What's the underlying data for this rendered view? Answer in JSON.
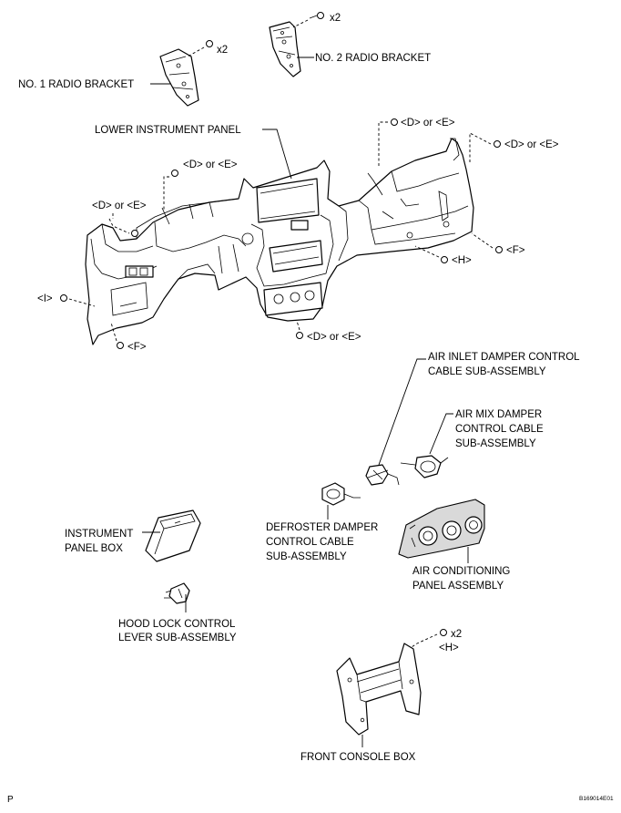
{
  "labels": {
    "radio_bracket_1": "NO. 1 RADIO BRACKET",
    "radio_bracket_2": "NO. 2 RADIO BRACKET",
    "lower_instrument_panel": "LOWER INSTRUMENT PANEL",
    "air_inlet_line1": "AIR INLET DAMPER CONTROL",
    "air_inlet_line2": "CABLE SUB-ASSEMBLY",
    "air_mix_line1": "AIR MIX DAMPER",
    "air_mix_line2": "CONTROL CABLE",
    "air_mix_line3": "SUB-ASSEMBLY",
    "instrument_panel_box_line1": "INSTRUMENT",
    "instrument_panel_box_line2": "PANEL BOX",
    "defroster_line1": "DEFROSTER DAMPER",
    "defroster_line2": "CONTROL CABLE",
    "defroster_line3": "SUB-ASSEMBLY",
    "air_conditioning_line1": "AIR CONDITIONING",
    "air_conditioning_line2": "PANEL ASSEMBLY",
    "hood_lock_line1": "HOOD LOCK CONTROL",
    "hood_lock_line2": "LEVER SUB-ASSEMBLY",
    "front_console_box": "FRONT CONSOLE BOX"
  },
  "fasteners": {
    "x2_top": "x2",
    "x2_bracket1": "x2",
    "d_or_e_top_right": "<D> or <E>",
    "d_or_e_right": "<D> or <E>",
    "d_or_e_left_upper": "<D> or <E>",
    "d_or_e_left": "<D> or <E>",
    "d_or_e_bottom": "<D> or <E>",
    "i_label": "<I>",
    "f_left": "<F>",
    "f_right": "<F>",
    "h_middle": "<H>",
    "x2_console": "x2",
    "h_console": "<H>"
  },
  "corner": {
    "page_letter": "P",
    "figure_code": "B169014E01"
  }
}
